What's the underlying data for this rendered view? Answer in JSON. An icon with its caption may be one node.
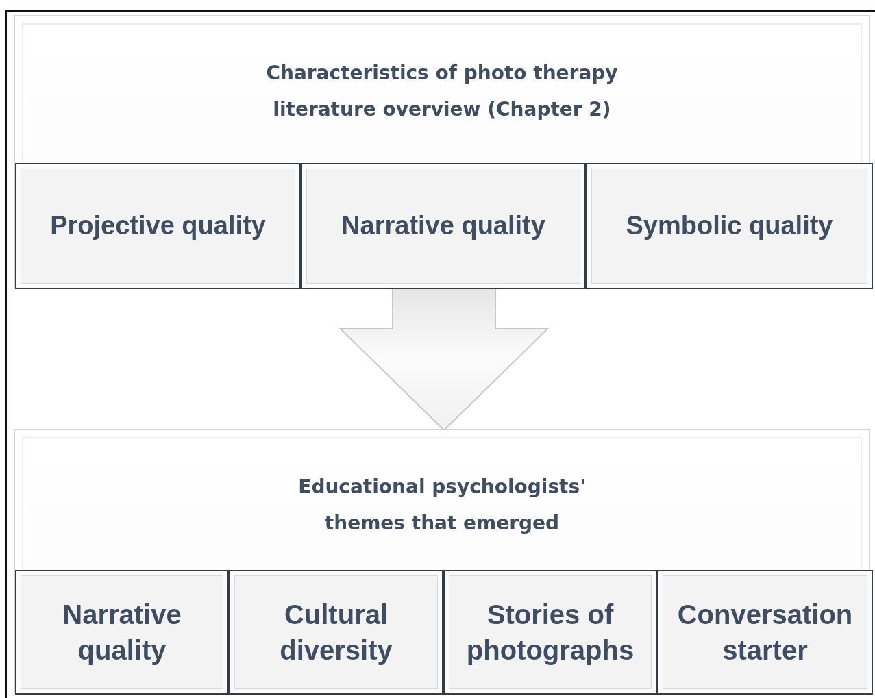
{
  "diagram": {
    "nodes": [
      {
        "text": [
          "Characteristics of photo therapy literature overview (Chapter 2)"
        ]
      },
      {
        "text": [
          "Projective quality"
        ],
        "in": 0
      },
      {
        "text": [
          "Narrative quality"
        ],
        "in": 0
      },
      {
        "text": [
          "Symbolic quality"
        ],
        "in": 0
      },
      {
        "text": [
          "Educational psychologists' themes that emerged"
        ]
      },
      {
        "text": [
          "Narrative quality"
        ],
        "in": 4
      },
      {
        "text": [
          "Cultural diversity"
        ],
        "in": 4
      },
      {
        "text": [
          "Stories of photographs"
        ],
        "in": 4
      },
      {
        "text": [
          "Conversation starter"
        ],
        "in": 4
      }
    ],
    "edges": [
      {
        "from": 0,
        "to": 4,
        "arrow": "to"
      }
    ]
  }
}
